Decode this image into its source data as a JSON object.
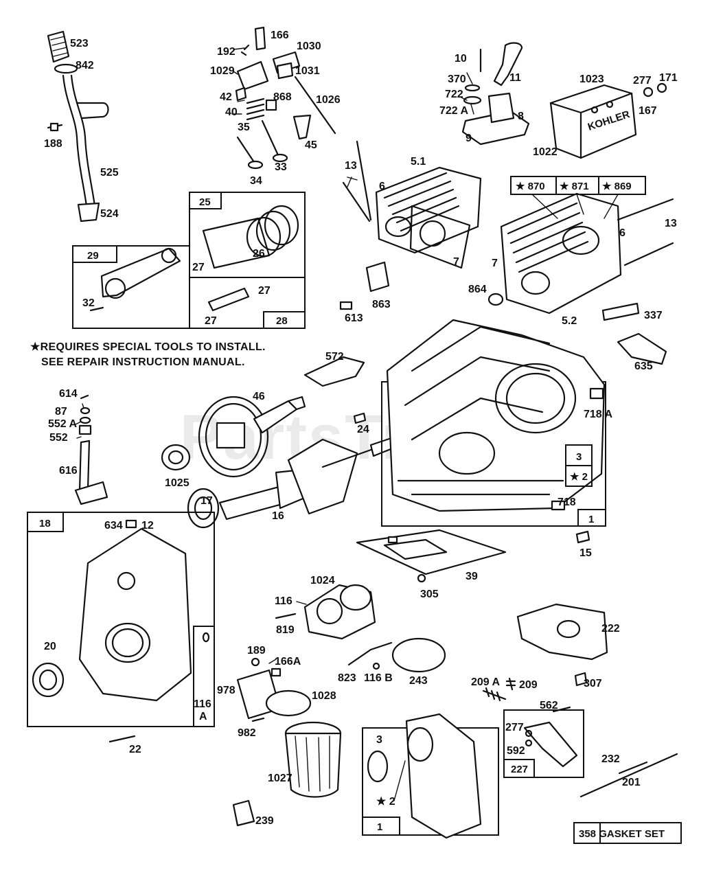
{
  "watermark": "PartsTree",
  "notes": {
    "line1": "★REQUIRES SPECIAL TOOLS TO INSTALL.",
    "line2": "SEE REPAIR INSTRUCTION MANUAL."
  },
  "boxes": {
    "b25": "25",
    "b29": "29",
    "b28": "28",
    "b18": "18",
    "b1_main": "1",
    "b1_bottom": "1",
    "b227": "227",
    "b3": "3",
    "b2": "★ 2",
    "b870": "★ 870",
    "b871": "★ 871",
    "b869": "★ 869",
    "gasket": "358  GASKET SET"
  },
  "labels": {
    "l523": "523",
    "l842": "842",
    "l188": "188",
    "l525": "525",
    "l524": "524",
    "l166": "166",
    "l192": "192",
    "l1030": "1030",
    "l1029": "1029",
    "l1031": "1031",
    "l42": "42",
    "l868": "868",
    "l1026": "1026",
    "l40": "40",
    "l35": "35",
    "l45": "45",
    "l33": "33",
    "l34": "34",
    "l10": "10",
    "l11": "11",
    "l370": "370",
    "l722": "722",
    "l722a": "722 A",
    "l8": "8",
    "l9": "9",
    "l1023": "1023",
    "l277a": "277",
    "l171": "171",
    "l167": "167",
    "l1022": "1022",
    "l13a": "13",
    "l51": "5.1",
    "l6a": "6",
    "l13b": "13",
    "l6b": "6",
    "l7a": "7",
    "l7b": "7",
    "l863": "863",
    "l864": "864",
    "l613": "613",
    "l52": "5.2",
    "l337": "337",
    "l635": "635",
    "l27a": "27",
    "l26": "26",
    "l32": "32",
    "l27b": "27",
    "l27c": "27",
    "l572": "572",
    "l614": "614",
    "l87": "87",
    "l552a": "552 A",
    "l552": "552",
    "l616": "616",
    "l46": "46",
    "l24": "24",
    "l718a": "718 A",
    "l1025": "1025",
    "l17": "17",
    "l16": "16",
    "l718": "718",
    "l15": "15",
    "l634": "634",
    "l12": "12",
    "l39": "39",
    "l305": "305",
    "l1024": "1024",
    "l116": "116",
    "l819": "819",
    "l222": "222",
    "l20": "20",
    "l189": "189",
    "l166a": "166A",
    "l823": "823",
    "l116b": "116 B",
    "l243": "243",
    "l209a": "209 A",
    "l209": "209",
    "l307": "307",
    "l116a1": "116",
    "l116a2": "A",
    "l978": "978",
    "l1028": "1028",
    "l982": "982",
    "l562": "562",
    "l277b": "277",
    "l592": "592",
    "l22": "22",
    "l3": "3",
    "l2": "★ 2",
    "l1027": "1027",
    "l232": "232",
    "l201": "201",
    "l239": "239"
  }
}
